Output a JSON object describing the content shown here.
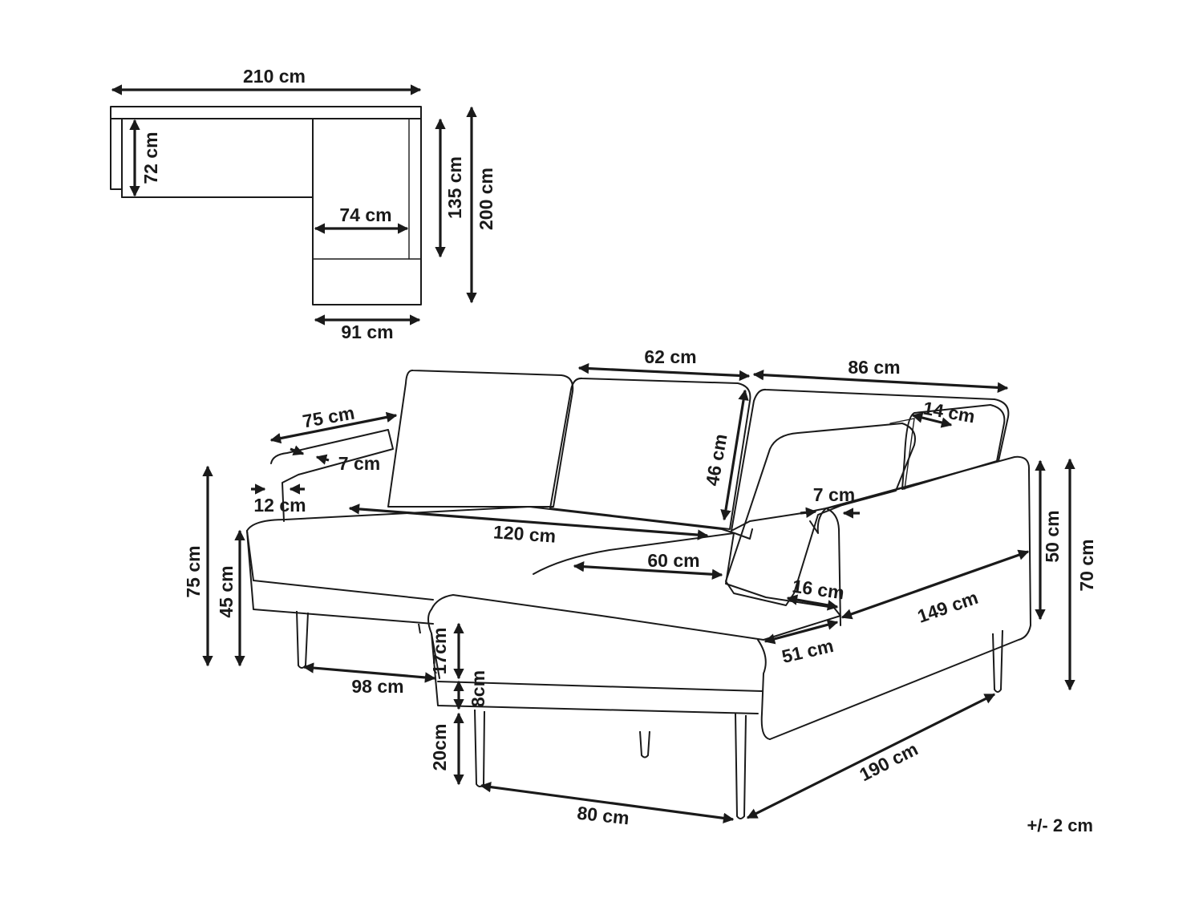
{
  "top_view": {
    "width_total": "210 cm",
    "depth_seat_left": "72 cm",
    "chaise_inner_width": "74 cm",
    "depth_to_chaise_front": "135 cm",
    "depth_total": "200 cm",
    "chaise_width": "91 cm"
  },
  "side_view": {
    "back_cushion_width": "62 cm",
    "corner_back_width": "86 cm",
    "armrest_length": "75 cm",
    "armrest_width_top": "7 cm",
    "armrest_width_bottom": "12 cm",
    "back_cushion_height": "46 cm",
    "side_arm_width": "7 cm",
    "pillow_depth": "14 cm",
    "seat_width": "120 cm",
    "chaise_seat_width": "60 cm",
    "chaise_arm_depth": "16 cm",
    "side_length": "149 cm",
    "chaise_arm_width": "51 cm",
    "total_height": "75 cm",
    "seat_height": "45 cm",
    "leg_spacing": "98 cm",
    "seat_thickness": "17cm",
    "frame_thickness": "8cm",
    "leg_height": "20cm",
    "chaise_front_width": "80 cm",
    "total_length": "190 cm",
    "arm_height": "50 cm",
    "back_height": "70 cm"
  },
  "tolerance": "+/- 2 cm"
}
